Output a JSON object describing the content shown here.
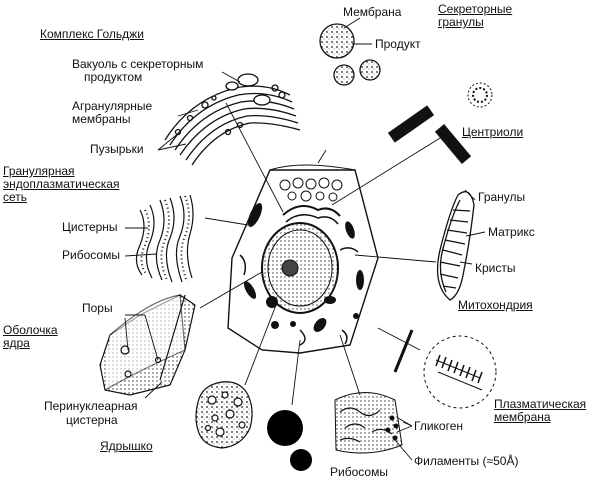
{
  "headings": {
    "golgi": "Комплекс Гольджи",
    "secretory": [
      "Секреторные",
      "гранулы"
    ],
    "er": [
      "Гранулярная",
      "эндоплазматическая",
      "сеть"
    ],
    "centrioles": "Центриоли",
    "nuclear_envelope": [
      "Оболочка",
      "ядра"
    ],
    "mitochondria": "Митохондрия",
    "nucleolus": "Ядрышко",
    "plasma_membrane": [
      "Плазматическая",
      "мембрана"
    ]
  },
  "labels": {
    "vacuole": [
      "Вакуоль с секреторным",
      "продуктом"
    ],
    "agranular": [
      "Агранулярные",
      "мембраны"
    ],
    "vesicles": "Пузырьки",
    "cisterns": "Цистерны",
    "ribosomes_er": "Рибосомы",
    "pores": "Поры",
    "perinuclear": [
      "Перинуклеарная",
      "цистерна"
    ],
    "membrane": "Мембрана",
    "product": "Продукт",
    "granules": "Гранулы",
    "matrix": "Матрикс",
    "cristae": "Кристы",
    "glycogen": "Гликоген",
    "filaments": "Филаменты (≈50Å)",
    "ribosomes": "Рибосомы"
  }
}
